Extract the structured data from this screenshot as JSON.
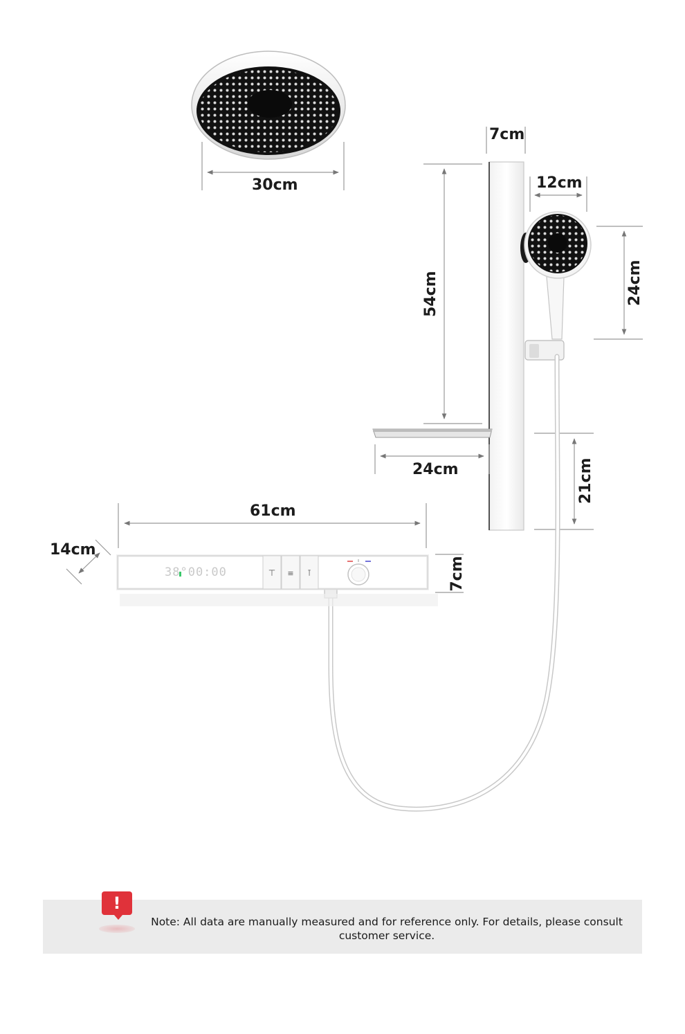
{
  "dimensions": {
    "rain_head_diameter": "30cm",
    "column_width": "7cm",
    "column_height": "54cm",
    "handheld_diameter": "12cm",
    "handheld_length": "24cm",
    "shelf_width": "24cm",
    "lower_column_height": "21cm",
    "panel_length": "61cm",
    "panel_depth": "14cm",
    "panel_height": "7cm"
  },
  "control_panel": {
    "display": "38°00:00"
  },
  "note": {
    "icon": "exclamation-icon",
    "text": "Note: All data are manually measured and for reference only. For details, please consult customer service."
  },
  "colors": {
    "accent": "#e0323a",
    "note_background": "#ebebeb",
    "product_white": "#ffffff",
    "spray_face": "#111111"
  }
}
